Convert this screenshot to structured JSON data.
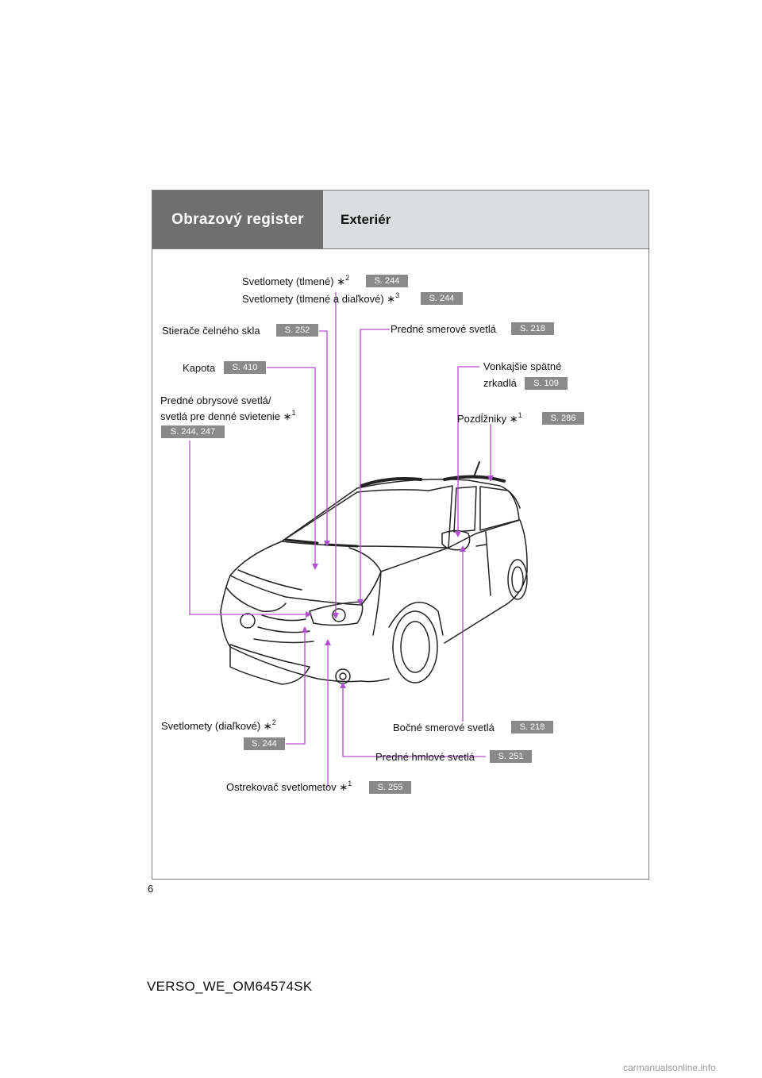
{
  "header": {
    "section": "Obrazový register",
    "title": "Exteriér"
  },
  "labels": {
    "svetlomety_tlmene": {
      "text": "Svetlomety (tlmené) ∗",
      "sup": "2",
      "page": "S. 244"
    },
    "svetlomety_tlmene_dialkove": {
      "text": "Svetlomety (tlmené a diaľkové) ∗",
      "sup": "3",
      "page": "S. 244"
    },
    "stierace": {
      "text": "Stierače čelného skla",
      "page": "S. 252"
    },
    "predne_smerove": {
      "text": "Predné smerové svetlá",
      "page": "S. 218"
    },
    "kapota": {
      "text": "Kapota",
      "page": "S. 410"
    },
    "vonkajsie_spatne": {
      "line1": "Vonkajšie spätné",
      "line2": "zrkadlá",
      "page": "S. 109"
    },
    "predne_obrysove": {
      "line1": "Predné obrysové svetlá/",
      "line2": "svetlá pre denné svietenie ∗",
      "sup": "1",
      "page": "S. 244, 247"
    },
    "pozdlzniky": {
      "text": "Pozdĺžniky ∗",
      "sup": "1",
      "page": "S. 286"
    },
    "svetlomety_dialkove": {
      "text": "Svetlomety (diaľkové) ∗",
      "sup": "2",
      "page": "S. 244"
    },
    "bocne_smerove": {
      "text": "Bočné smerové svetlá",
      "page": "S. 218"
    },
    "predne_hmlove": {
      "text": "Predné hmlové svetlá",
      "page": "S. 251"
    },
    "ostrekovac": {
      "text": "Ostrekovač svetlometov ∗",
      "sup": "1",
      "page": "S. 255"
    }
  },
  "colors": {
    "leader_lines": "#b34fd1",
    "page_badge": "#8a8a8a",
    "header_dark": "#6f6f6f",
    "header_light": "#dadedf"
  },
  "page_number": "6",
  "footer": "VERSO_WE_OM64574SK",
  "watermark": "carmanualsonline.info"
}
